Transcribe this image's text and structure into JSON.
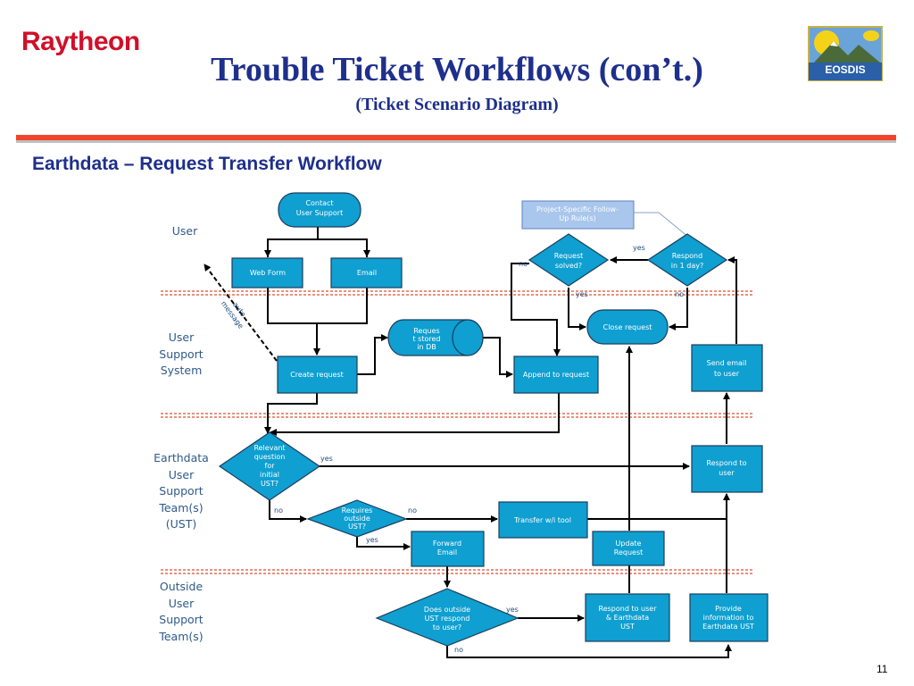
{
  "header": {
    "logo_text": "Raytheon",
    "title": "Trouble Ticket Workflows (con’t.)",
    "subtitle": "(Ticket Scenario Diagram)",
    "eosdis_logo_text": "EOSDIS"
  },
  "section_title": "Earthdata – Request Transfer Workflow",
  "lanes": {
    "user": "User",
    "uss": [
      "User",
      "Support",
      "System"
    ],
    "ust": [
      "Earthdata",
      "User",
      "Support",
      "Team(s)",
      "(UST)"
    ],
    "outside": [
      "Outside",
      "User",
      "Support",
      "Team(s)"
    ]
  },
  "nodes": {
    "contact": [
      "Contact",
      "User Support"
    ],
    "webform": [
      "Web Form"
    ],
    "email": [
      "Email"
    ],
    "create": [
      "Create request"
    ],
    "stored": [
      "Reques",
      "t stored",
      "in DB"
    ],
    "append": [
      "Append to request"
    ],
    "close": [
      "Close request"
    ],
    "solved": [
      "Request",
      "solved?"
    ],
    "respond1day": [
      "Respond",
      "in 1 day?"
    ],
    "followup": [
      "Project-Specific Follow-",
      "Up Rule(s)"
    ],
    "sendemail": [
      "Send email",
      "to user"
    ],
    "relevant": [
      "Relevant",
      "question",
      "for",
      "initial",
      "UST?"
    ],
    "respondtouser": [
      "Respond to",
      "user"
    ],
    "requiresoutside": [
      "Requires",
      "outside",
      "UST?"
    ],
    "transfer": [
      "Transfer w/i tool"
    ],
    "forward": [
      "Forward",
      "Email"
    ],
    "update": [
      "Update",
      "Request"
    ],
    "doesoutside": [
      "Does outside",
      "UST respond",
      "to user?"
    ],
    "respondboth": [
      "Respond to user",
      "& Earthdata",
      "UST"
    ],
    "provide": [
      "Provide",
      "information to",
      "Earthdata UST"
    ]
  },
  "edge_labels": {
    "auto_message": [
      "auto",
      "message"
    ],
    "yes": "yes",
    "no": "no"
  },
  "page_number": "11",
  "colors": {
    "node_fill": "#0f9fd0",
    "node_stroke": "#1c3d5c",
    "lane_divider": "#e46b54",
    "title": "#1e2f8c",
    "raytheon": "#d0102a",
    "rule": "#f0452b"
  }
}
